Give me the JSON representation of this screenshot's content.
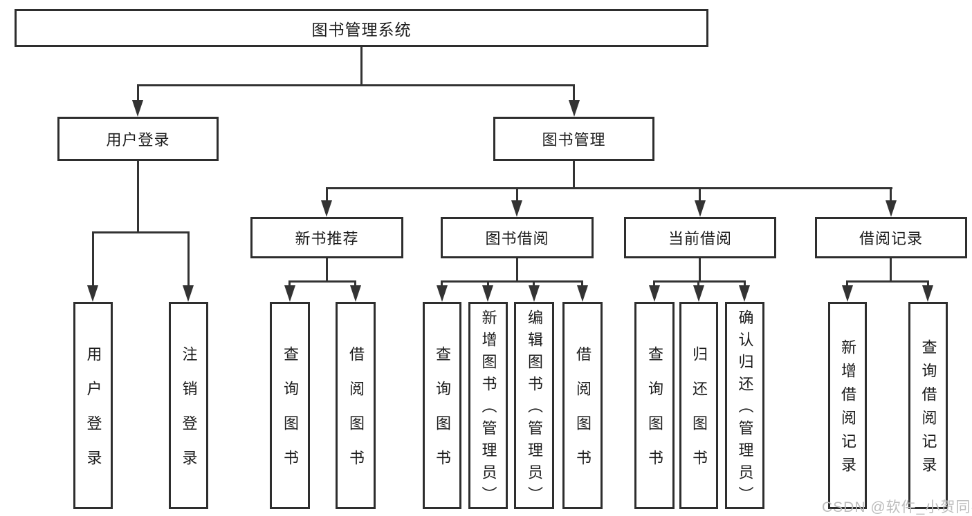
{
  "root": {
    "label": "图书管理系统"
  },
  "level2": [
    {
      "label": "用户登录"
    },
    {
      "label": "图书管理"
    }
  ],
  "level3": [
    {
      "label": "新书推荐"
    },
    {
      "label": "图书借阅"
    },
    {
      "label": "当前借阅"
    },
    {
      "label": "借阅记录"
    }
  ],
  "leaves": [
    {
      "label": "用户登录"
    },
    {
      "label": "注销登录"
    },
    {
      "label": "查询图书"
    },
    {
      "label": "借阅图书"
    },
    {
      "label": "查询图书"
    },
    {
      "label": "新增图书（管理员）"
    },
    {
      "label": "编辑图书（管理员）"
    },
    {
      "label": "借阅图书"
    },
    {
      "label": "查询图书"
    },
    {
      "label": "归还图书"
    },
    {
      "label": "确认归还（管理员）"
    },
    {
      "label": "新增借阅记录"
    },
    {
      "label": "查询借阅记录"
    }
  ],
  "watermark": "CSDN @软件_小贺同学",
  "colors": {
    "line": "#333333",
    "box_border": "#2e2e2e",
    "box_fill": "#ffffff",
    "text": "#1c1c1c",
    "watermark": "#bdbdbd",
    "background": "#ffffff"
  }
}
